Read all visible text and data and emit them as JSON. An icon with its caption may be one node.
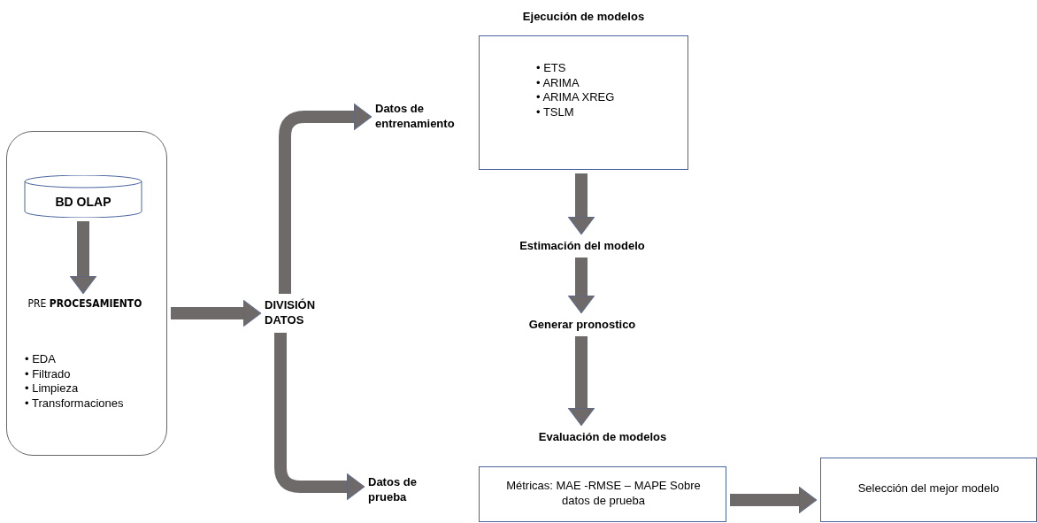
{
  "diagram": {
    "nodes": [
      {
        "text": [],
        "shape": "box"
      },
      {
        "text": [
          "BD OLAP"
        ],
        "in": 0
      },
      {
        "text": [
          "PRE **PROCESAMIENTO**",
          "• EDA",
          "• Filtrado",
          "• Limpieza",
          "• Transformaciones"
        ],
        "in": 0
      },
      {
        "text": [
          "DIVISIÓN DATOS"
        ]
      },
      {
        "text": [
          "Datos de entrenamiento"
        ]
      },
      {
        "text": [
          "Ejecución de modelos",
          "• ETS",
          "• ARIMA",
          "• ARIMA XREG",
          "• TSLM"
        ]
      },
      {
        "text": [
          "Estimación del modelo"
        ]
      },
      {
        "text": [
          "Generar pronostico"
        ]
      },
      {
        "text": [
          "Evaluación de modelos",
          "Métricas: MAE -RMSE – MAPE Sobre datos de prueba"
        ]
      },
      {
        "text": [
          "Datos de prueba"
        ]
      },
      {
        "text": [
          "Selección del mejor modelo"
        ]
      }
    ],
    "edges": [
      {
        "from": 1,
        "to": 2,
        "arrow": "to"
      },
      {
        "from": 0,
        "to": 3,
        "arrow": "to"
      },
      {
        "from": 3,
        "to": 4,
        "arrow": "to"
      },
      {
        "from": 3,
        "to": 9,
        "arrow": "to"
      },
      {
        "from": 5,
        "to": 6,
        "arrow": "to"
      },
      {
        "from": 6,
        "to": 7,
        "arrow": "to"
      },
      {
        "from": 7,
        "to": 8,
        "arrow": "to"
      },
      {
        "from": 8,
        "to": 10,
        "arrow": "to"
      }
    ]
  }
}
